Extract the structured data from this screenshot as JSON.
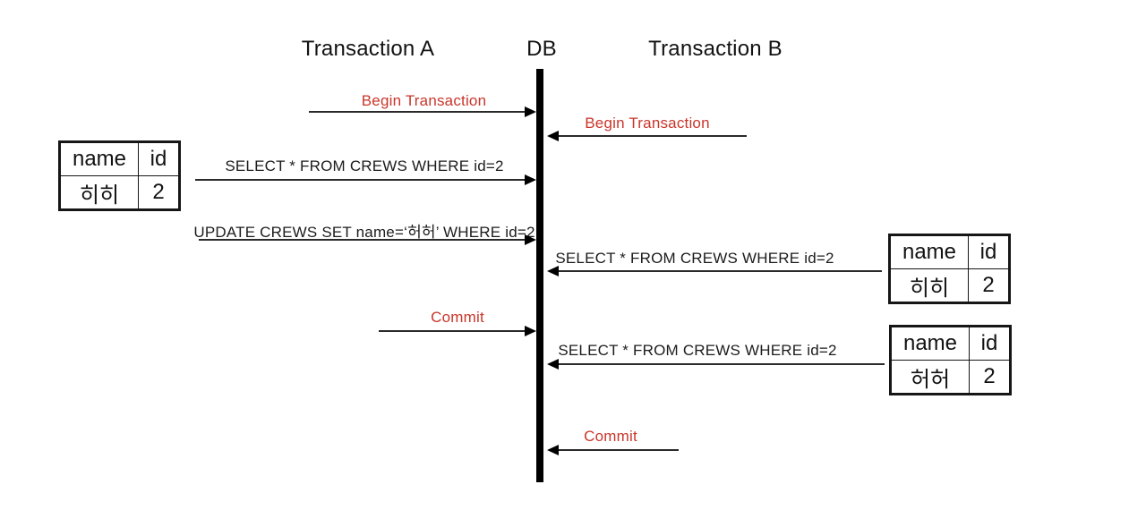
{
  "colors": {
    "accent_red": "#c9362b",
    "ink": "#1c1c1c",
    "line": "#2a2a2a",
    "background": "#ffffff"
  },
  "lifelines": {
    "transaction_a": "Transaction A",
    "db": "DB",
    "transaction_b": "Transaction B"
  },
  "messages": [
    {
      "label": "Begin Transaction",
      "from": "Transaction A",
      "to": "DB",
      "direction": "right",
      "color": "red"
    },
    {
      "label": "Begin Transaction",
      "from": "Transaction B",
      "to": "DB",
      "direction": "left",
      "color": "red"
    },
    {
      "label": "SELECT * FROM CREWS WHERE id=2",
      "from": "Transaction A",
      "to": "DB",
      "direction": "right",
      "color": "black"
    },
    {
      "label": "UPDATE CREWS SET name=‘허허’ WHERE id=2",
      "from": "Transaction A",
      "to": "DB",
      "direction": "right",
      "color": "black"
    },
    {
      "label": "SELECT * FROM CREWS WHERE id=2",
      "from": "Transaction B",
      "to": "DB",
      "direction": "left",
      "color": "black"
    },
    {
      "label": "Commit",
      "from": "Transaction A",
      "to": "DB",
      "direction": "right",
      "color": "red"
    },
    {
      "label": "SELECT * FROM CREWS WHERE id=2",
      "from": "Transaction B",
      "to": "DB",
      "direction": "left",
      "color": "black"
    },
    {
      "label": "Commit",
      "from": "Transaction B",
      "to": "DB",
      "direction": "left",
      "color": "red"
    }
  ],
  "tables": [
    {
      "headers": [
        "name",
        "id"
      ],
      "rows": [
        [
          "히히",
          "2"
        ]
      ]
    },
    {
      "headers": [
        "name",
        "id"
      ],
      "rows": [
        [
          "히히",
          "2"
        ]
      ]
    },
    {
      "headers": [
        "name",
        "id"
      ],
      "rows": [
        [
          "허허",
          "2"
        ]
      ]
    }
  ]
}
